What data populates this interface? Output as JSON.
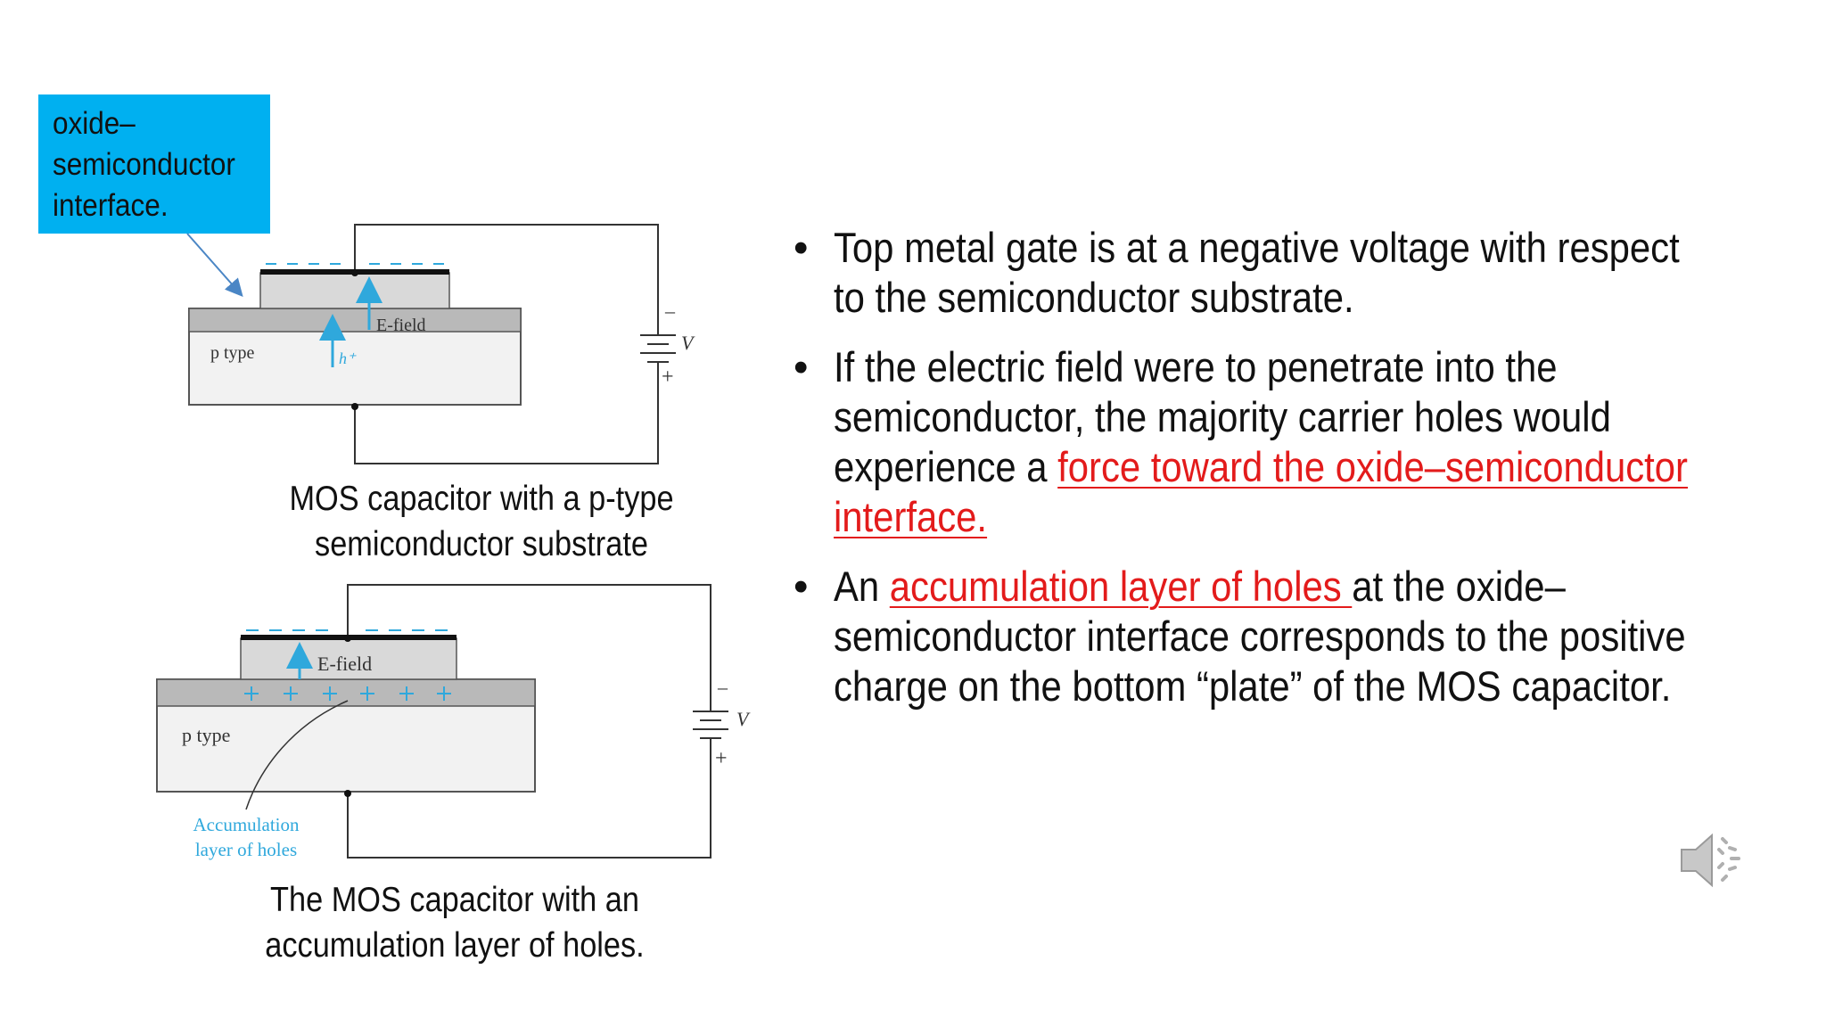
{
  "callout": {
    "lines": [
      "oxide–",
      "semiconductor",
      "interface."
    ]
  },
  "figure1": {
    "efield_label": "E-field",
    "region_label": "p type",
    "carrier_label": "h⁺",
    "voltage_label": "V",
    "battery_minus": "–",
    "battery_plus": "+"
  },
  "figure1_caption": [
    "MOS capacitor with a p-type",
    "semiconductor substrate"
  ],
  "figure2": {
    "efield_label": "E-field",
    "region_label": "p type",
    "accum_label_line1": "Accumulation",
    "accum_label_line2": "layer of holes",
    "voltage_label": "V",
    "battery_minus": "–",
    "battery_plus": "+"
  },
  "figure2_caption": [
    "The MOS capacitor with an",
    "accumulation layer of holes."
  ],
  "bullets": [
    {
      "segments": [
        {
          "text": "Top metal gate is at a negative voltage with respect to the semiconductor substrate.",
          "highlight": false
        }
      ]
    },
    {
      "segments": [
        {
          "text": "If the electric field were to penetrate into the semiconductor, the majority carrier holes would experience a ",
          "highlight": false
        },
        {
          "text": "force toward the oxide–semiconductor interface.",
          "highlight": true
        }
      ]
    },
    {
      "segments": [
        {
          "text": "An ",
          "highlight": false
        },
        {
          "text": "accumulation layer of holes ",
          "highlight": true
        },
        {
          "text": "at the oxide–semiconductor interface corresponds to the positive charge on the bottom “plate” of the MOS capacitor.",
          "highlight": false
        }
      ]
    }
  ],
  "colors": {
    "callout_bg": "#00b0f0",
    "highlight_text": "#e31b1b",
    "oxide_gray": "#b9b9b9",
    "substrate_fill": "#f2f2f2",
    "charge_blue": "#2fa8dc"
  },
  "icons": {
    "speaker": "speaker-icon"
  }
}
